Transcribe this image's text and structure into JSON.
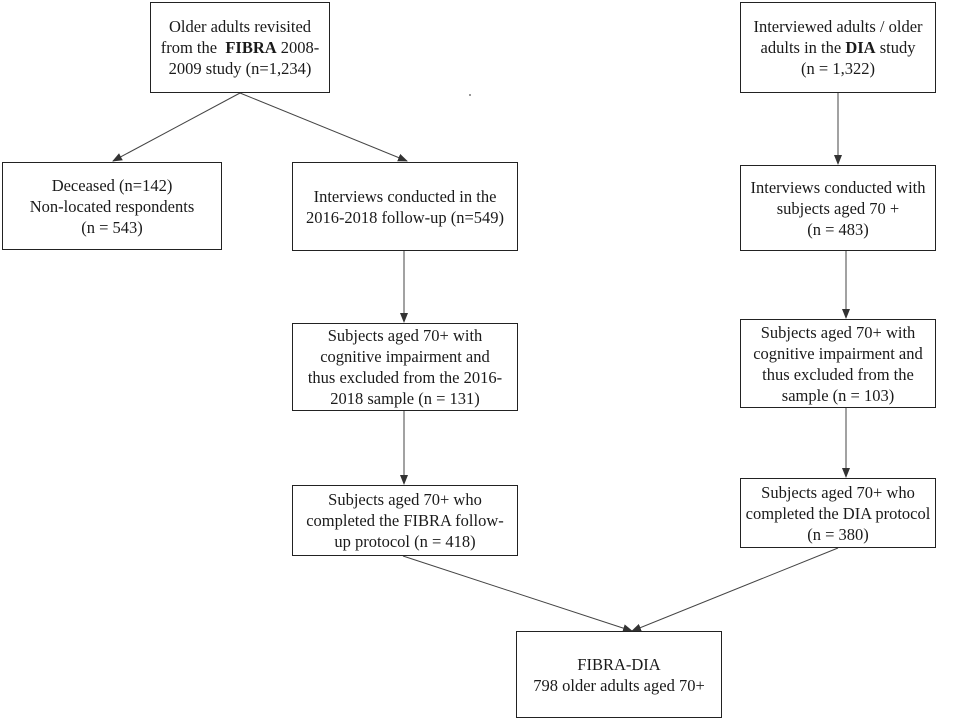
{
  "nodes": {
    "fibra_revisited": {
      "line1": "Older adults revisited",
      "line2_pre": "from the",
      "line2_bold": "FIBRA",
      "line2_post": "2008-",
      "line3": "2009 study (n=1,234)"
    },
    "dia_interviewed": {
      "line1": "Interviewed adults / older",
      "line2_pre": "adults in the",
      "line2_bold": "DIA",
      "line2_post": "study",
      "line3": "(n = 1,322)"
    },
    "deceased": {
      "line1": "Deceased (n=142)",
      "line2": "Non-located respondents",
      "line3": "(n = 543)"
    },
    "fibra_interviews": {
      "line1": "Interviews conducted in the",
      "line2": "2016-2018 follow-up (n=549)"
    },
    "dia_interviews": {
      "line1": "Interviews conducted with",
      "line2": "subjects aged 70 +",
      "line3": "(n = 483)"
    },
    "fibra_excluded": {
      "line1": "Subjects aged 70+ with",
      "line2": "cognitive impairment and",
      "line3": "thus excluded from the 2016-",
      "line4": "2018 sample (n = 131)"
    },
    "dia_excluded": {
      "line1": "Subjects aged 70+ with",
      "line2": "cognitive impairment and",
      "line3": "thus excluded from the",
      "line4": "sample (n = 103)"
    },
    "fibra_completed": {
      "line1": "Subjects aged 70+ who",
      "line2": "completed the FIBRA follow-",
      "line3": "up protocol (n = 418)"
    },
    "dia_completed": {
      "line1": "Subjects aged 70+ who",
      "line2": "completed the DIA protocol",
      "line3": "(n = 380)"
    },
    "fibra_dia": {
      "line1": "FIBRA-DIA",
      "line2": "798 older adults aged 70+"
    }
  },
  "colors": {
    "border": "#222222",
    "arrow": "#444444",
    "text": "#1a1a1a"
  }
}
